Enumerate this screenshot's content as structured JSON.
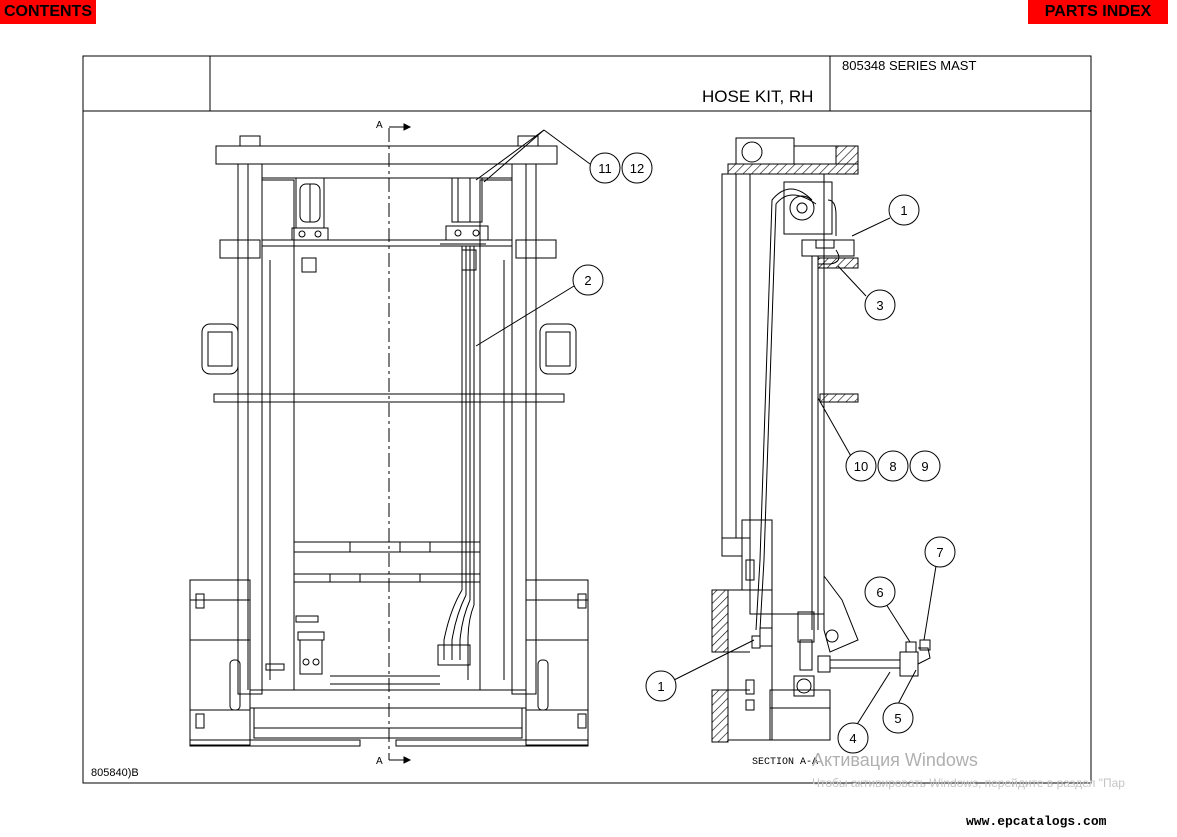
{
  "nav": {
    "contents_label": "CONTENTS",
    "parts_index_label": "PARTS INDEX"
  },
  "title_block": {
    "series": "805348 SERIES MAST",
    "title": "HOSE KIT, RH"
  },
  "section_marker": {
    "letter_top": "A",
    "letter_bottom": "A"
  },
  "section_label": "SECTION A-A",
  "drawing_number": "805840)B",
  "callouts": {
    "c1_top": "1",
    "c1_bottom": "1",
    "c2": "2",
    "c3": "3",
    "c4": "4",
    "c5": "5",
    "c6": "6",
    "c7": "7",
    "c8": "8",
    "c9": "9",
    "c10": "10",
    "c11": "11",
    "c12": "12"
  },
  "watermark": {
    "line1": "Активация Windows",
    "line2": "Чтобы активировать Windows, перейдите в раздел \"Пар"
  },
  "website": "www.epcatalogs.com"
}
